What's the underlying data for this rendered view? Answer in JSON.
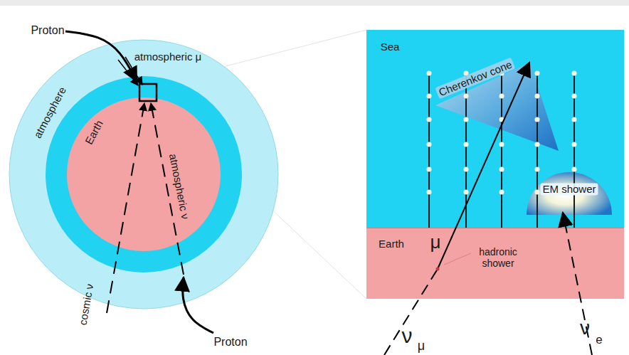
{
  "diagram": {
    "nodes": [
      {
        "text": [
          "atmosphere"
        ]
      },
      {
        "text": [
          "Earth"
        ],
        "in": 0
      },
      {
        "text": [
          "Sea"
        ]
      },
      {
        "text": [
          "Cherenkov cone"
        ],
        "in": 2
      },
      {
        "text": [
          "EM shower"
        ],
        "in": 2
      },
      {
        "text": [
          "Earth"
        ]
      }
    ],
    "labels": [
      "Proton",
      "atmospheric μ",
      "atmospheric ν",
      "cosmic ν",
      "Proton",
      "μ",
      "hadronic shower",
      "ν",
      "μ",
      "ν",
      "e"
    ]
  }
}
